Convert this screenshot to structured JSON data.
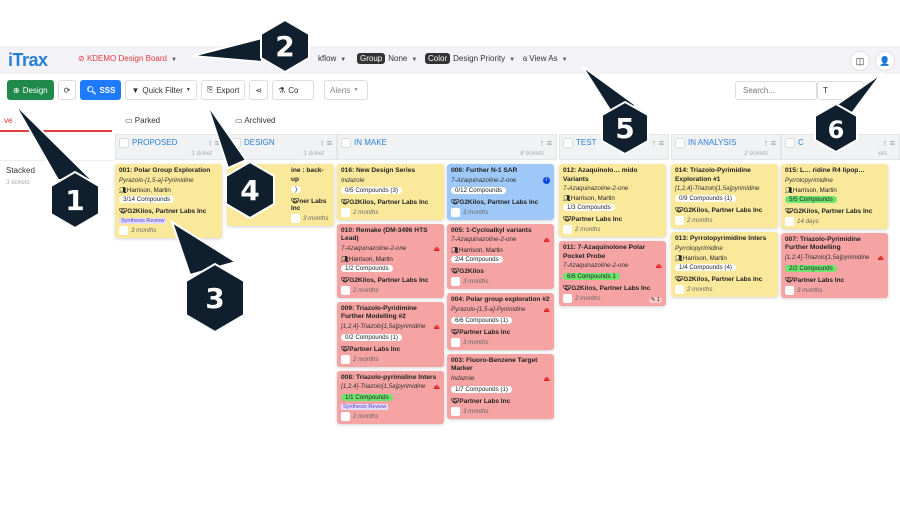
{
  "navbar": {
    "logo": "iTrax",
    "board": "KDEMO Design Board",
    "workflow": "kflow",
    "group_label": "Group",
    "group_value": "None",
    "color_label": "Color",
    "color_value": "Design Priority",
    "view_as": "View As"
  },
  "toolbar": {
    "design": "Design",
    "refresh": "⟳",
    "sss": "SSS",
    "quick_filter": "Quick Filter",
    "export": "Export",
    "share": "⋖",
    "compounds": "Co",
    "alerts": "Alerts",
    "search_placeholder": "Search...",
    "search_type": "T"
  },
  "tabs": {
    "active": "ve",
    "parked": "Parked",
    "archived": "Archived"
  },
  "stacked": {
    "label": "Stacked",
    "count": "3 tickets"
  },
  "columns": [
    {
      "name": "PROPOSED",
      "count": "1 ticket",
      "stacks": [
        [
          {
            "color": "yellow",
            "title": "001: Polar Group Exploration",
            "sub": "Pyrazolo-[1,5-a]-Pyrimidine",
            "assignee": "Harrison, Martin",
            "compounds": "3/14 Compounds",
            "partners": "G2Kilos, Partner Labs Inc",
            "tag": "Synthesis Review",
            "age": "3 months"
          }
        ]
      ]
    },
    {
      "name": "DESIGN",
      "count": "1 ticket",
      "stacks": [
        [
          {
            "color": "yellow",
            "title": "ine : back-up",
            "compounds": ")",
            "partners": "ner Labs Inc",
            "age": "3 months",
            "partial": true
          }
        ]
      ]
    },
    {
      "name": "IN MAKE",
      "count": "8 tickets",
      "stacks": [
        [
          {
            "color": "yellow",
            "title": "016: New Design Series",
            "sub": "Indazole",
            "compounds": "0/5 Compounds (3)",
            "partners": "G2Kilos, Partner Labs Inc",
            "age": "2 months"
          },
          {
            "color": "red",
            "flag": true,
            "title": "010: Remake (DM-3496 HTS Lead)",
            "sub": "7-Azaquinazoline-2-one",
            "assignee": "Harrison, Martin",
            "compounds": "1/2 Compounds",
            "partners": "G2Kilos, Partner Labs Inc",
            "age": "2 months"
          },
          {
            "color": "red",
            "flag": true,
            "title": "009: Triazolo-Pyridimine Further Modelling #2",
            "sub": "[1,2,4]-Triazolo[1,5a]pyrimidine",
            "compounds": "0/2 Compounds (1)",
            "partners": "Partner Labs Inc",
            "age": "2 months"
          },
          {
            "color": "red",
            "flag": true,
            "title": "008: Triazolo-pyrimidine Inters",
            "sub": "[1,2,4]-Triazolo[1,5a]pyrimidine",
            "compounds": "1/1 Compounds",
            "compounds_green": true,
            "tag": "Synthesis Review",
            "age": "2 months"
          }
        ],
        [
          {
            "color": "blue",
            "info": true,
            "title": "006: Further N-1 SAR",
            "sub": "7-Azaquinazoline-2-one",
            "compounds": "0/12 Compounds",
            "partners": "G2Kilos, Partner Labs Inc",
            "age": "3 months"
          },
          {
            "color": "red",
            "flag": true,
            "title": "005: 1-Cycloalkyl variants",
            "sub": "7-Azaquinazoline-2-one",
            "assignee": "Harrison, Martin",
            "compounds": "2/4 Compounds",
            "partners": "G2Kilos",
            "age": "3 months"
          },
          {
            "color": "red",
            "flag": true,
            "title": "004: Polar group exploration #2",
            "sub": "Pyrazolo-[1,5-a]-Pyrimidine",
            "compounds": "6/6 Compounds (1)",
            "partners": "Partner Labs Inc",
            "age": "3 months"
          },
          {
            "color": "red",
            "flag": true,
            "title": "003: Fluoro-Benzene Target Marker",
            "sub": "Indazole",
            "compounds": "1/7 Compounds (1)",
            "partners": "Partner Labs Inc",
            "age": "3 months"
          }
        ]
      ]
    },
    {
      "name": "TEST",
      "count": "",
      "stacks": [
        [
          {
            "color": "yellow",
            "title": "012: Azaquinolo… mido Variants",
            "sub": "7-Azaquinazoline-2-one",
            "assignee": "Harrison, Martin",
            "compounds": "1/3 Compounds",
            "partners": "Partner Labs Inc",
            "age": "2 months"
          },
          {
            "color": "red",
            "flag": true,
            "title": "011: 7-Azaquinolone Polar Pocket Probe",
            "sub": "7-Azaquinazoline-2-one",
            "compounds": "6/6 Compounds 1",
            "compounds_green": true,
            "partners": "G2Kilos, Partner Labs Inc",
            "age": "2 months",
            "badge": "1"
          }
        ]
      ]
    },
    {
      "name": "IN ANALYSIS",
      "count": "2 tickets",
      "stacks": [
        [
          {
            "color": "yellow",
            "title": "014: Triazolo-Pyrimidine Exploration #1",
            "sub": "[1,2,4]-Triazolo[1,5a]pyrimidine",
            "compounds": "0/9 Compounds (1)",
            "partners": "G2Kilos, Partner Labs Inc",
            "age": "2 months"
          },
          {
            "color": "yellow",
            "title": "013: Pyrrolopyrimidine Inters",
            "sub": "Pyrrolopyrimidine",
            "assignee": "Harrison, Martin",
            "compounds": "1/4 Compounds (4)",
            "partners": "G2Kilos, Partner Labs Inc",
            "age": "2 months"
          }
        ]
      ]
    },
    {
      "name": "C",
      "count": "ets",
      "stacks": [
        [
          {
            "color": "yellow",
            "title": "015: L… ridine R4 lipop…",
            "sub": "Pyrrolopyrimidine",
            "assignee": "Harrison, Martin",
            "compounds": "5/5 Compounds",
            "compounds_green": true,
            "partners": "G2Kilos, Partner Labs Inc",
            "age": "14 days"
          },
          {
            "color": "red",
            "flag": true,
            "title": "007: Triazolo-Pyrimidine Further Modelling",
            "sub": "[1,2,4]-Triazolo[1,5a]pyrimidine",
            "compounds": "2/2 Compounds",
            "compounds_green": true,
            "partners": "Partner Labs Inc",
            "age": "3 months"
          }
        ]
      ]
    }
  ],
  "callouts": [
    "1",
    "2",
    "3",
    "4",
    "5",
    "6"
  ]
}
